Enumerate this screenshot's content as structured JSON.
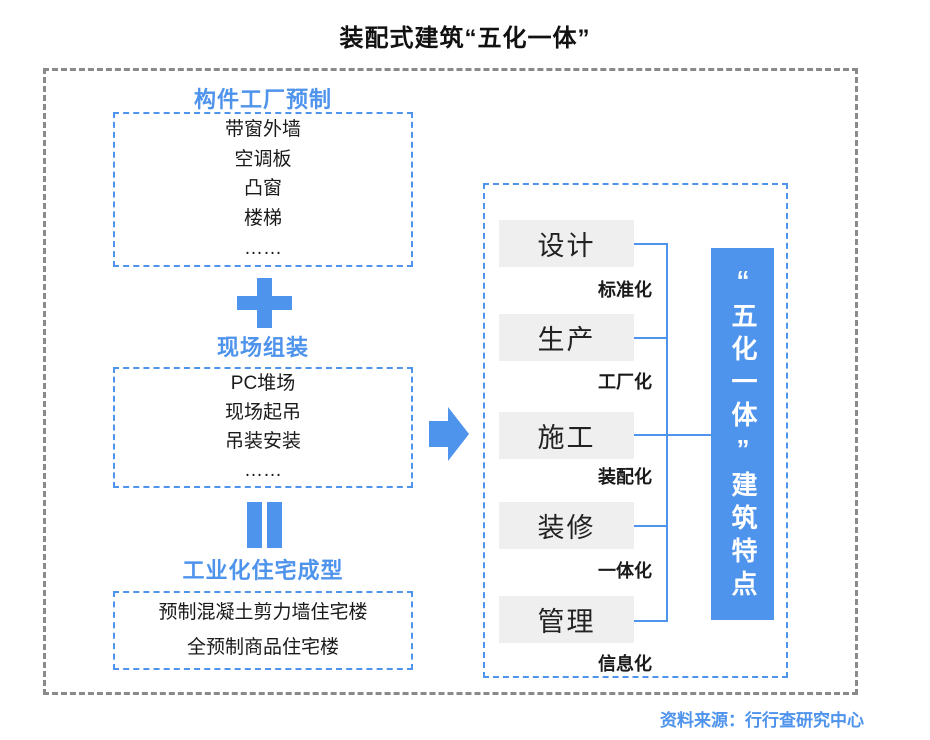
{
  "title": "装配式建筑“五化一体”",
  "source": "资料来源：行行查研究中心",
  "colors": {
    "accent_blue": "#4e93ec",
    "process_box_gray": "#efefef",
    "outer_border_gray": "#8a8a8a",
    "text_black": "#1a1a1a",
    "result_text_white": "#ffffff"
  },
  "icons": {
    "plus": "+",
    "equals": "‖",
    "arrow": "→"
  },
  "left_flow": {
    "stages": [
      {
        "heading": "构件工厂预制",
        "items": [
          "带窗外墙",
          "空调板",
          "凸窗",
          "楼梯",
          "……"
        ]
      },
      {
        "heading": "现场组装",
        "items": [
          "PC堆场",
          "现场起吊",
          "吊装安装",
          "……"
        ]
      },
      {
        "heading": "工业化住宅成型",
        "items": [
          "预制混凝土剪力墙住宅楼",
          "全预制商品住宅楼"
        ]
      }
    ]
  },
  "right_panel": {
    "rows": [
      {
        "label": "设计",
        "tag": "标准化"
      },
      {
        "label": "生产",
        "tag": "工厂化"
      },
      {
        "label": "施工",
        "tag": "装配化"
      },
      {
        "label": "装修",
        "tag": "一体化"
      },
      {
        "label": "管理",
        "tag": "信息化"
      }
    ],
    "result": "“五化一体”建筑特点"
  }
}
